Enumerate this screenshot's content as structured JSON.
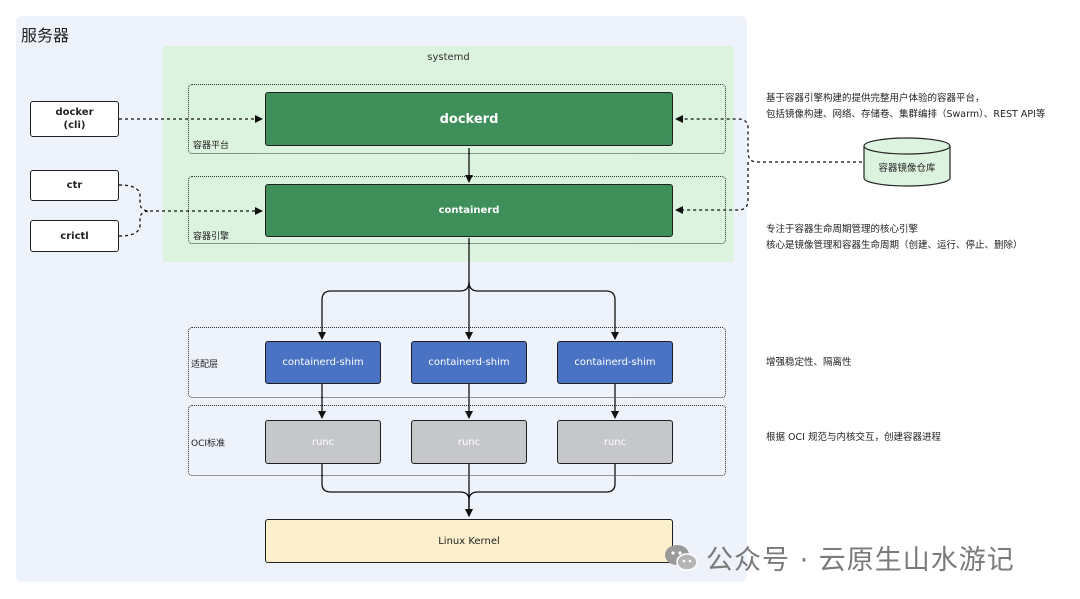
{
  "server": {
    "title": "服务器"
  },
  "systemd": {
    "label": "systemd"
  },
  "layers": {
    "platform": "容器平台",
    "engine": "容器引擎",
    "adapter": "适配层",
    "oci": "OCI标准"
  },
  "components": {
    "dockerd": "dockerd",
    "containerd": "containerd",
    "shims": [
      "containerd-shim",
      "containerd-shim",
      "containerd-shim"
    ],
    "runcs": [
      "runc",
      "runc",
      "runc"
    ],
    "kernel": "Linux Kernel"
  },
  "clients": {
    "docker_line1": "docker",
    "docker_line2": "(cli)",
    "ctr": "ctr",
    "crictl": "crictl"
  },
  "registry": {
    "label": "容器镜像仓库"
  },
  "notes": {
    "platform_line1": "基于容器引擎构建的提供完整用户体验的容器平台，",
    "platform_line2": "包括镜像构建、网络、存储卷、集群编排（Swarm）、REST API等",
    "engine_line1": "专注于容器生命周期管理的核心引擎",
    "engine_line2": "核心是镜像管理和容器生命周期（创建、运行、停止、删除）",
    "adapter": "增强稳定性、隔离性",
    "oci": "根据 OCI 规范与内核交互，创建容器进程"
  },
  "watermark": {
    "text": "公众号 · 云原生山水游记"
  },
  "colors": {
    "server_bg": "#eef2fb",
    "systemd_bg": "#dcf3df",
    "engine_green": "#3e8f5a",
    "shim_blue": "#4a73c3",
    "runc_grey": "#c5c7ca",
    "kernel_yellow": "#fbefcc"
  }
}
